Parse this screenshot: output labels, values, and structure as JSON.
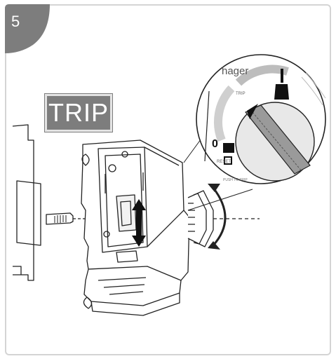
{
  "step": {
    "number": "5"
  },
  "badge": {
    "label": "TRIP"
  },
  "dial": {
    "brand": "hager",
    "pos_on": "I",
    "pos_trip": "TRIP",
    "pos_off": "0",
    "pos_reset": "RESET",
    "pos_push_to_trip": "PUSH TO TRIP"
  },
  "colors": {
    "step_tab": "#7d7d7d",
    "badge_bg": "#7d7d7d",
    "frame_border": "#d4d4d4"
  }
}
